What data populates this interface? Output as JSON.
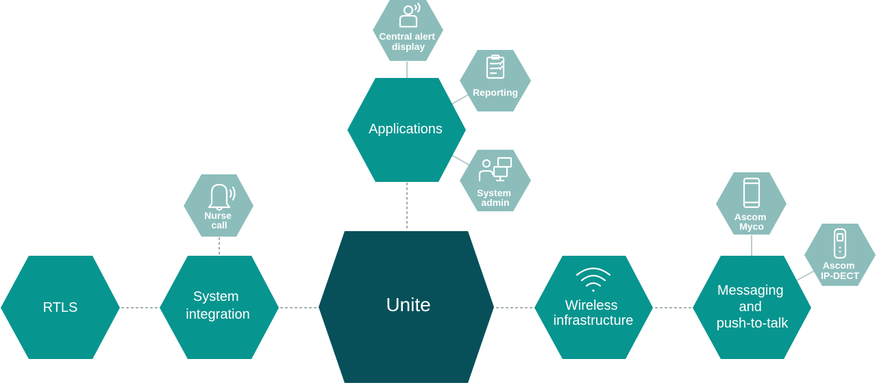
{
  "nodes": {
    "center": {
      "label": "Unite"
    },
    "rtls": {
      "label": "RTLS"
    },
    "system_integration": {
      "lines": [
        "System",
        "integration"
      ]
    },
    "applications": {
      "label": "Applications"
    },
    "wireless": {
      "lines": [
        "Wireless",
        "infrastructure"
      ]
    },
    "messaging": {
      "lines": [
        "Messaging",
        "and",
        "push-to-talk"
      ]
    }
  },
  "satellites": {
    "nurse_call": {
      "lines": [
        "Nurse",
        "call"
      ],
      "icon": "bell-icon"
    },
    "central_alert": {
      "lines": [
        "Central alert",
        "display"
      ],
      "icon": "nurse-alert-icon"
    },
    "reporting": {
      "lines": [
        "Reporting"
      ],
      "icon": "clipboard-checklist-icon"
    },
    "system_admin": {
      "lines": [
        "System",
        "admin"
      ],
      "icon": "user-monitors-icon"
    },
    "ascom_myco": {
      "lines": [
        "Ascom",
        "Myco"
      ],
      "icon": "smartphone-icon"
    },
    "ascom_ipdect": {
      "lines": [
        "Ascom",
        "IP-DECT"
      ],
      "icon": "handset-icon"
    }
  },
  "colors": {
    "center_fill": "#07505a",
    "primary_fill": "#07958f",
    "satellite_fill": "#8cbdbb",
    "connector": "#9aa7a7"
  }
}
